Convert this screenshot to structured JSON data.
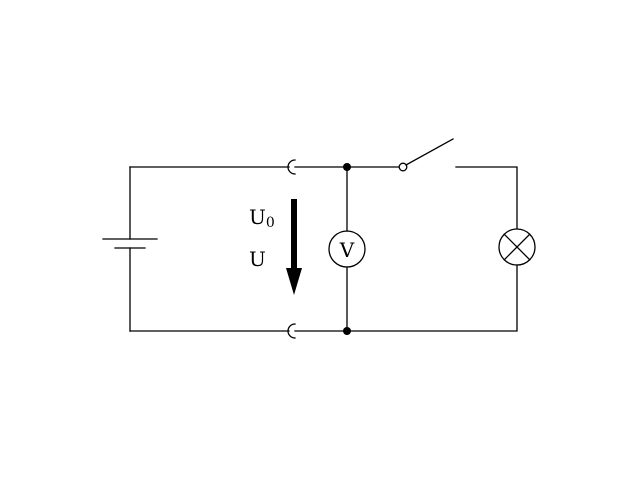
{
  "diagram": {
    "type": "electric-circuit",
    "labels": {
      "source_voltage": {
        "symbol": "U",
        "subscript": "0"
      },
      "terminal_voltage": "U",
      "voltmeter": "V"
    },
    "components": [
      "battery",
      "open-switch",
      "lamp",
      "voltmeter",
      "voltage-arrow",
      "wire-crossings",
      "junction-dots"
    ],
    "colors": {
      "line": "#000000",
      "background": "#ffffff"
    }
  }
}
